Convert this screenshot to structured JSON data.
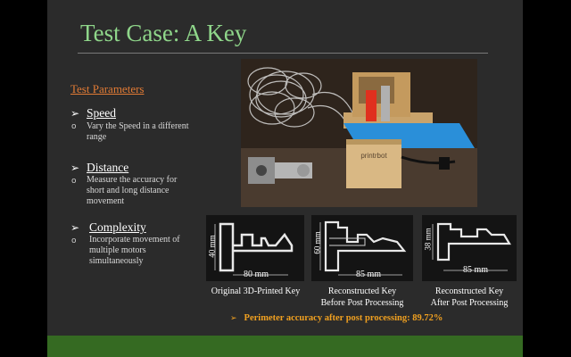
{
  "slide": {
    "title": "Test Case: A Key",
    "section_heading": "Test Parameters",
    "params": [
      {
        "label": "Speed",
        "desc1": "Vary the Speed in a different",
        "desc2": "range",
        "desc3": ""
      },
      {
        "label": "Distance",
        "desc1": "Measure the accuracy for",
        "desc2": "short and long distance",
        "desc3": "movement"
      },
      {
        "label": "Complexity",
        "desc1": "Incorporate movement of",
        "desc2": "multiple motors",
        "desc3": "simultaneously"
      }
    ],
    "arrow_glyph": "➢",
    "bullet_glyph": "o",
    "photo": {
      "brand_text": "printrbot"
    },
    "figures": [
      {
        "width_label": "80 mm",
        "height_label": "40 mm",
        "caption1": "Original 3D-Printed Key",
        "caption2": ""
      },
      {
        "width_label": "85 mm",
        "height_label": "60 mm",
        "caption1": "Reconstructed Key",
        "caption2": "Before Post Processing"
      },
      {
        "width_label": "85 mm",
        "height_label": "38 mm",
        "caption1": "Reconstructed Key",
        "caption2": "After Post Processing"
      }
    ],
    "accuracy_text": "Perimeter accuracy after post processing: 89.72%"
  },
  "colors": {
    "title": "#8fd68a",
    "heading": "#e27b35",
    "accent": "#f0a020",
    "footer": "#356a22",
    "slide_bg": "#2b2b2b"
  }
}
